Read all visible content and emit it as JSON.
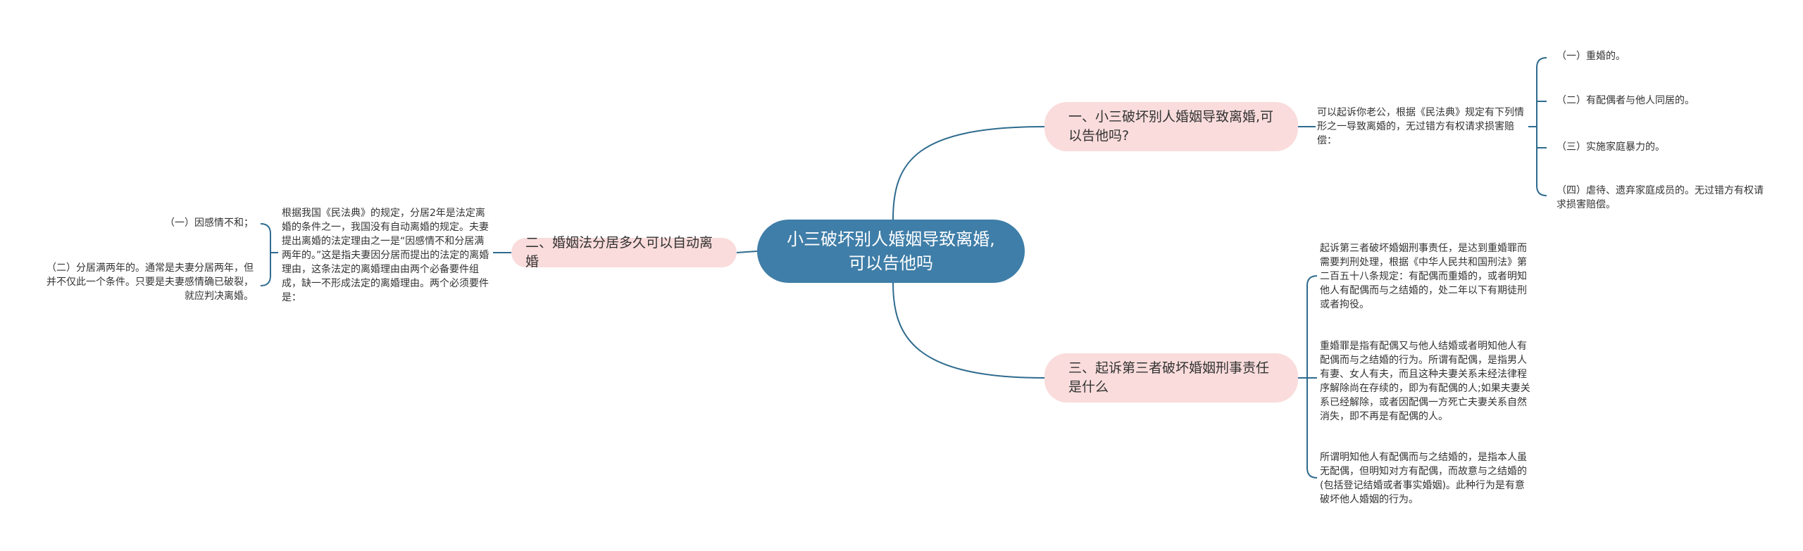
{
  "root": {
    "text": "小三破坏别人婚姻导致离婚,可以告他吗"
  },
  "branches": [
    {
      "text": "一、小三破坏别人婚姻导致离婚,可以告他吗?",
      "detail": "可以起诉你老公，根据《民法典》规定有下列情形之一导致离婚的，无过错方有权请求损害赔偿：",
      "items": [
        "（一）重婚的。",
        "（二）有配偶者与他人同居的。",
        "（三）实施家庭暴力的。",
        "（四）虐待、遗弃家庭成员的。无过错方有权请求损害赔偿。"
      ]
    },
    {
      "text": "二、婚姻法分居多久可以自动离婚",
      "detail": "根据我国《民法典》的规定，分居2年是法定离婚的条件之一，我国没有自动离婚的规定。夫妻提出离婚的法定理由之一是“因感情不和分居满两年的。”这是指夫妻因分居而提出的法定的离婚理由，这条法定的离婚理由由两个必备要件组成，缺一不形成法定的离婚理由。两个必须要件是：",
      "items": [
        "（一）因感情不和；",
        "（二）分居满两年的。通常是夫妻分居两年，但并不仅此一个条件。只要是夫妻感情确已破裂，就应判决离婚。"
      ]
    },
    {
      "text": "三、起诉第三者破坏婚姻刑事责任是什么",
      "items": [
        "起诉第三者破坏婚姻刑事责任，是达到重婚罪而需要判刑处理，根据《中华人民共和国刑法》第二百五十八条规定：有配偶而重婚的，或者明知他人有配偶而与之结婚的，处二年以下有期徒刑或者拘役。",
        "重婚罪是指有配偶又与他人结婚或者明知他人有配偶而与之结婚的行为。所谓有配偶，是指男人有妻、女人有夫，而且这种夫妻关系未经法律程序解除尚在存续的，即为有配偶的人;如果夫妻关系已经解除，或者因配偶一方死亡夫妻关系自然消失，即不再是有配偶的人。",
        "所谓明知他人有配偶而与之结婚的，是指本人虽无配偶，但明知对方有配偶，而故意与之结婚的(包括登记结婚或者事实婚姻)。此种行为是有意破坏他人婚姻的行为。"
      ]
    }
  ],
  "colors": {
    "root": "#3f7ea8",
    "branch": "#fadcdc",
    "line": "#2e6b8e"
  }
}
